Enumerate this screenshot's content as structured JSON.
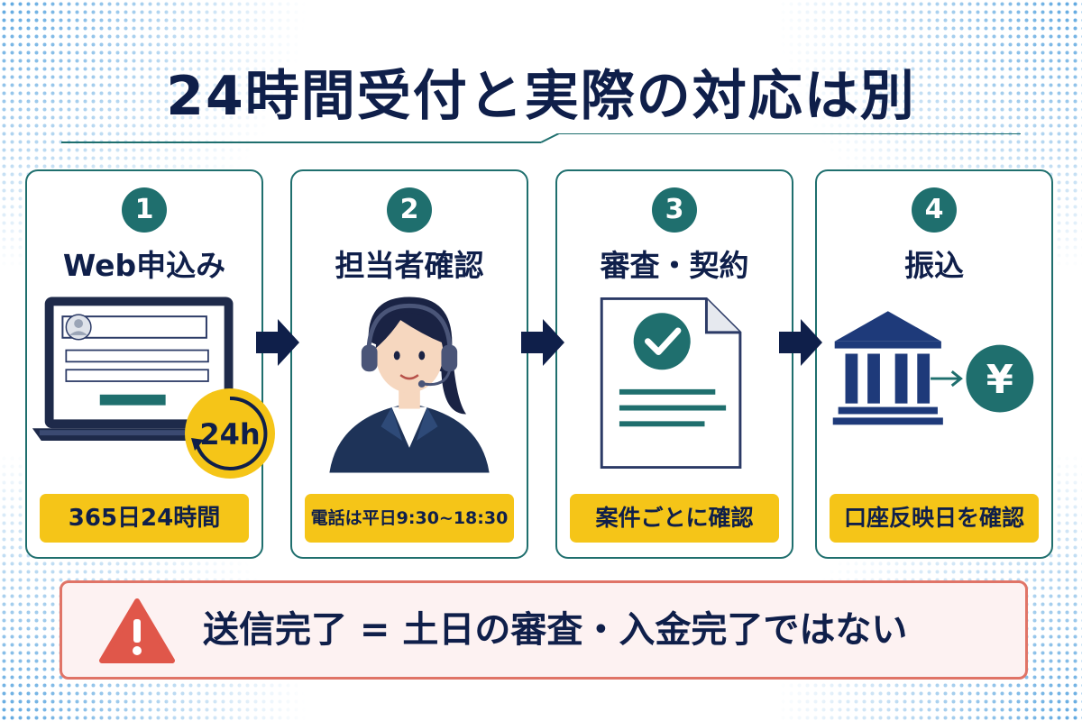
{
  "title": "24時間受付と実際の対応は別",
  "steps": [
    {
      "number": "1",
      "title": "Web申込み",
      "tag": "365日24時間",
      "badge": "24h"
    },
    {
      "number": "2",
      "title": "担当者確認",
      "tag": "電話は平日9:30~18:30"
    },
    {
      "number": "3",
      "title": "審査・契約",
      "tag": "案件ごとに確認"
    },
    {
      "number": "4",
      "title": "振込",
      "tag": "口座反映日を確認",
      "currency_symbol": "¥"
    }
  ],
  "warning": {
    "text": "送信完了 = 土日の審査・入金完了ではない",
    "icon": "warning-triangle-icon"
  },
  "colors": {
    "navy": "#0f1f4a",
    "teal": "#1f6f6e",
    "yellow": "#f5c518",
    "alert_red": "#e0574a",
    "alert_bg": "#fdf2f2"
  }
}
